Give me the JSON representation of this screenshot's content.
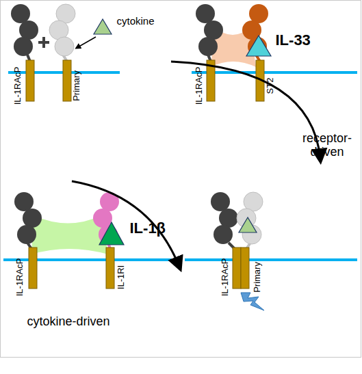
{
  "diagram": {
    "labels": [
      "cytokine",
      "IL-33",
      "IL-1RAcP",
      "Primary",
      "IL-1RAcP",
      "ST2",
      "receptor-driven",
      "IL-1β",
      "IL-1RAcP",
      "IL-1RI",
      "IL-1RAcP",
      "Primary",
      "cytokine-driven"
    ]
  }
}
